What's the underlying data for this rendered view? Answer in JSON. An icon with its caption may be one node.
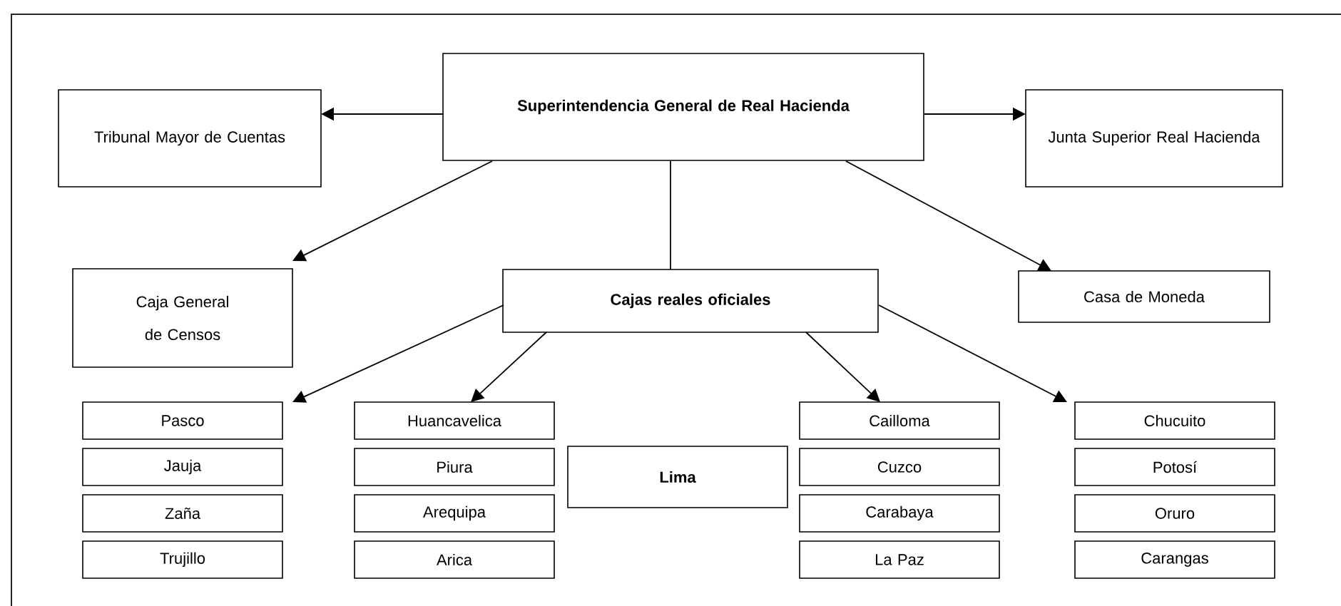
{
  "diagram": {
    "nodes": [
      {
        "text": [
          "Tribunal Mayor de Cuentas"
        ]
      },
      {
        "text": [
          "Superintendencia General de Real Hacienda"
        ]
      },
      {
        "text": [
          "Junta Superior Real Hacienda"
        ]
      },
      {
        "text": [
          "Caja General de Censos"
        ]
      },
      {
        "text": [
          "Cajas reales oficiales"
        ]
      },
      {
        "text": [
          "Casa de Moneda"
        ]
      },
      {
        "text": [
          "Pasco"
        ]
      },
      {
        "text": [
          "Jauja"
        ]
      },
      {
        "text": [
          "Zaña"
        ]
      },
      {
        "text": [
          "Trujillo"
        ]
      },
      {
        "text": [
          "Huancavelica"
        ]
      },
      {
        "text": [
          "Piura"
        ]
      },
      {
        "text": [
          "Arequipa"
        ]
      },
      {
        "text": [
          "Arica"
        ]
      },
      {
        "text": [
          "Lima"
        ]
      },
      {
        "text": [
          "Cailloma"
        ]
      },
      {
        "text": [
          "Cuzco"
        ]
      },
      {
        "text": [
          "Carabaya"
        ]
      },
      {
        "text": [
          "La Paz"
        ]
      },
      {
        "text": [
          "Chucuito"
        ]
      },
      {
        "text": [
          "Potosí"
        ]
      },
      {
        "text": [
          "Oruro"
        ]
      },
      {
        "text": [
          "Carangas"
        ]
      }
    ],
    "edges": [
      {
        "from": 1,
        "to": 0,
        "arrow": "to"
      },
      {
        "from": 1,
        "to": 2,
        "arrow": "to"
      },
      {
        "from": 1,
        "to": 3,
        "arrow": "to"
      },
      {
        "from": 1,
        "to": 4,
        "arrow": "none"
      },
      {
        "from": 1,
        "to": 5,
        "arrow": "to"
      },
      {
        "from": 4,
        "to": 6,
        "arrow": "to"
      },
      {
        "from": 4,
        "to": 10,
        "arrow": "to"
      },
      {
        "from": 4,
        "to": 15,
        "arrow": "to"
      },
      {
        "from": 4,
        "to": 19,
        "arrow": "to"
      }
    ]
  }
}
